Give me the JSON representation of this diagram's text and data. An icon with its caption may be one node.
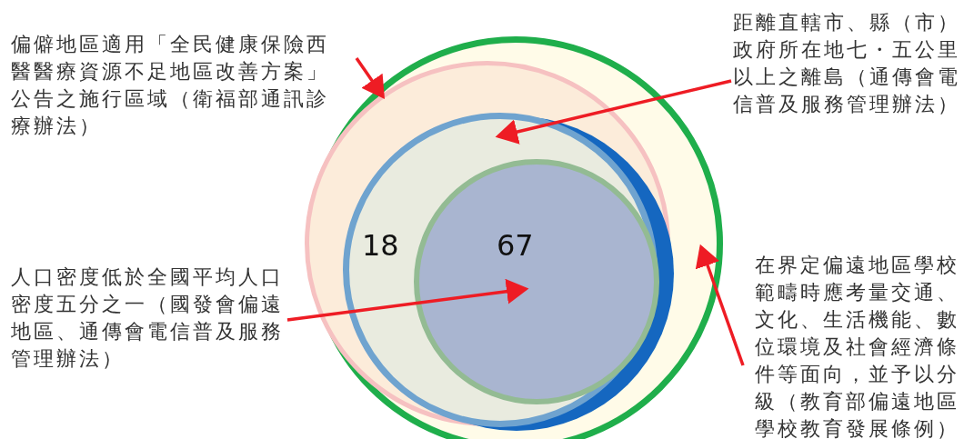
{
  "diagram": {
    "nodes": [
      {
        "text": [],
        "shape": "circle"
      },
      {
        "text": [],
        "shape": "circle",
        "in": 0
      },
      {
        "text": [
          "18"
        ],
        "in": 1
      },
      {
        "text": [
          "67"
        ],
        "in": 2
      },
      {
        "text": [
          "偏僻地區適用「全民健康保險西醫醫療資源不足地區改善方案」公告之施行區域（衛福部通訊診療辦法）"
        ]
      },
      {
        "text": [
          "距離直轄市、縣（市）政府所在地七・五公里以上之離島（通傳會電信普及服務管理辦法）"
        ]
      },
      {
        "text": [
          "人口密度低於全國平均人口密度五分之一（國發會偏遠地區、通傳會電信普及服務管理辦法）"
        ]
      },
      {
        "text": [
          "在界定偏遠地區學校範疇時應考量交通、文化、生活機能、數位環境及社會經濟條件等面向，並予以分級（教育部偏遠地區學校教育發展條例）"
        ]
      }
    ],
    "edges": [
      {
        "from": 4,
        "to": 1,
        "arrow": "to"
      },
      {
        "from": 5,
        "to": 2,
        "arrow": "to"
      },
      {
        "from": 6,
        "to": 3,
        "arrow": "to"
      },
      {
        "from": 7,
        "to": 0,
        "arrow": "to"
      }
    ]
  }
}
